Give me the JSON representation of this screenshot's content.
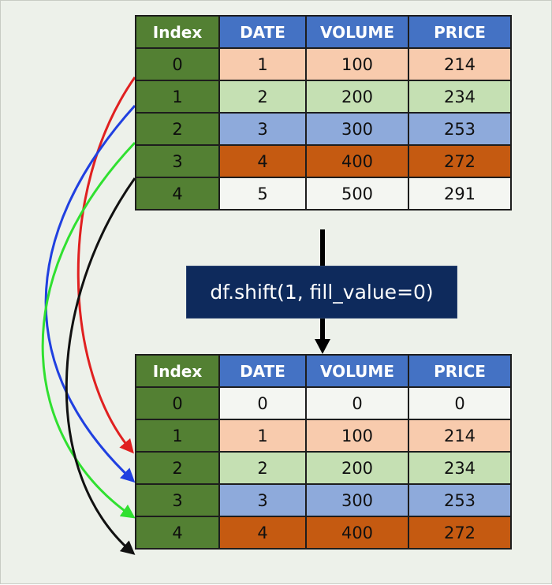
{
  "operation": "df.shift(1, fill_value=0)",
  "columns": [
    "Index",
    "DATE",
    "VOLUME",
    "PRICE"
  ],
  "top_table": [
    {
      "index": "0",
      "date": "1",
      "volume": "100",
      "price": "214",
      "color": "#f8cbad"
    },
    {
      "index": "1",
      "date": "2",
      "volume": "200",
      "price": "234",
      "color": "#c5e0b3"
    },
    {
      "index": "2",
      "date": "3",
      "volume": "300",
      "price": "253",
      "color": "#8eaadb"
    },
    {
      "index": "3",
      "date": "4",
      "volume": "400",
      "price": "272",
      "color": "#c55a11"
    },
    {
      "index": "4",
      "date": "5",
      "volume": "500",
      "price": "291",
      "color": "#f4f6f2"
    }
  ],
  "bottom_table": [
    {
      "index": "0",
      "date": "0",
      "volume": "0",
      "price": "0",
      "color": "#f4f6f2"
    },
    {
      "index": "1",
      "date": "1",
      "volume": "100",
      "price": "214",
      "color": "#f8cbad"
    },
    {
      "index": "2",
      "date": "2",
      "volume": "200",
      "price": "234",
      "color": "#c5e0b3"
    },
    {
      "index": "3",
      "date": "3",
      "volume": "300",
      "price": "253",
      "color": "#8eaadb"
    },
    {
      "index": "4",
      "date": "4",
      "volume": "400",
      "price": "272",
      "color": "#c55a11"
    }
  ],
  "arrow_colors": [
    "#e02020",
    "#2040e0",
    "#30e030",
    "#111111"
  ],
  "header_colors": {
    "index": "#538033",
    "columns": "#4472c4"
  },
  "label_color": "#0e2a5c"
}
